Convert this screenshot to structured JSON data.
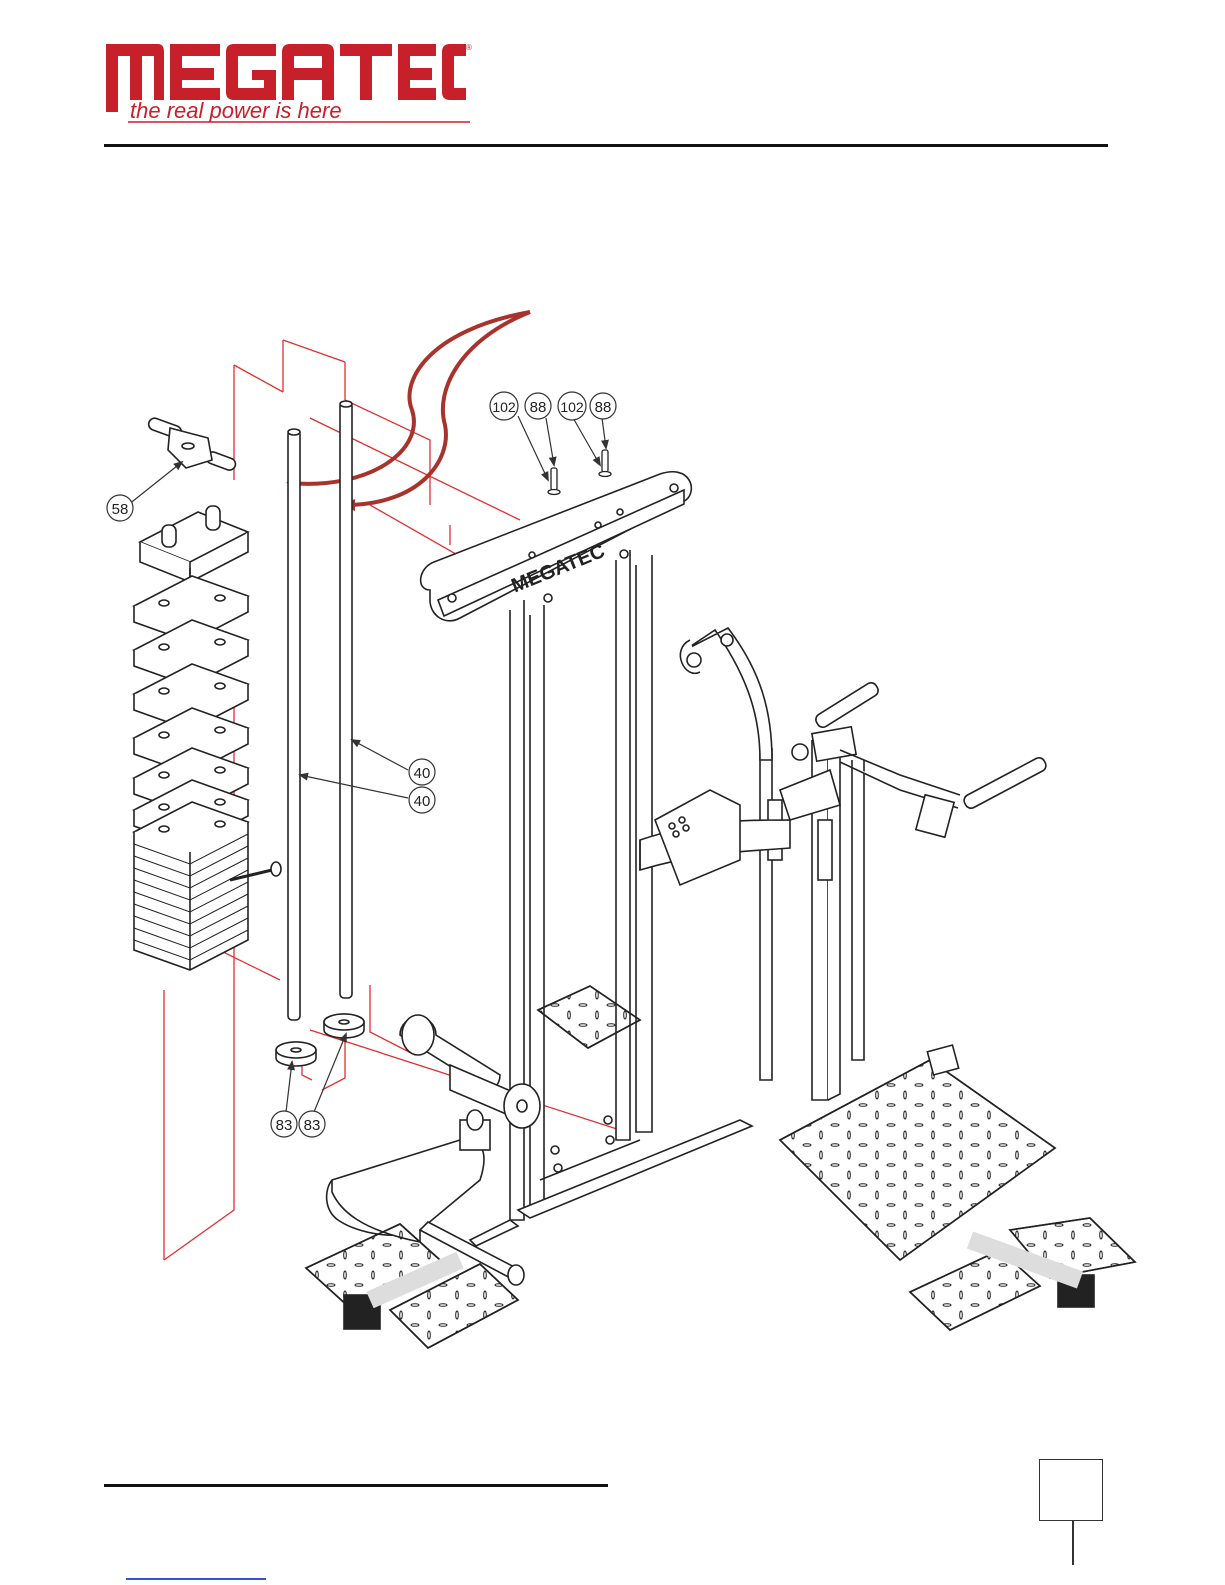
{
  "brand": {
    "name": "MEGATEC",
    "tagline": "the real power is here",
    "registered_mark": "®",
    "red": "#c8202a",
    "dark": "#1a1a1a"
  },
  "diagram": {
    "callouts": {
      "c58": "58",
      "c40a": "40",
      "c40b": "40",
      "c83a": "83",
      "c83b": "83",
      "c102a": "102",
      "c88a": "88",
      "c102b": "102",
      "c88b": "88"
    },
    "frame_logo": "MEGATEC",
    "leader_color": "#e03030",
    "arrow_color": "#a8332c"
  },
  "footer": {
    "page_number": ""
  }
}
